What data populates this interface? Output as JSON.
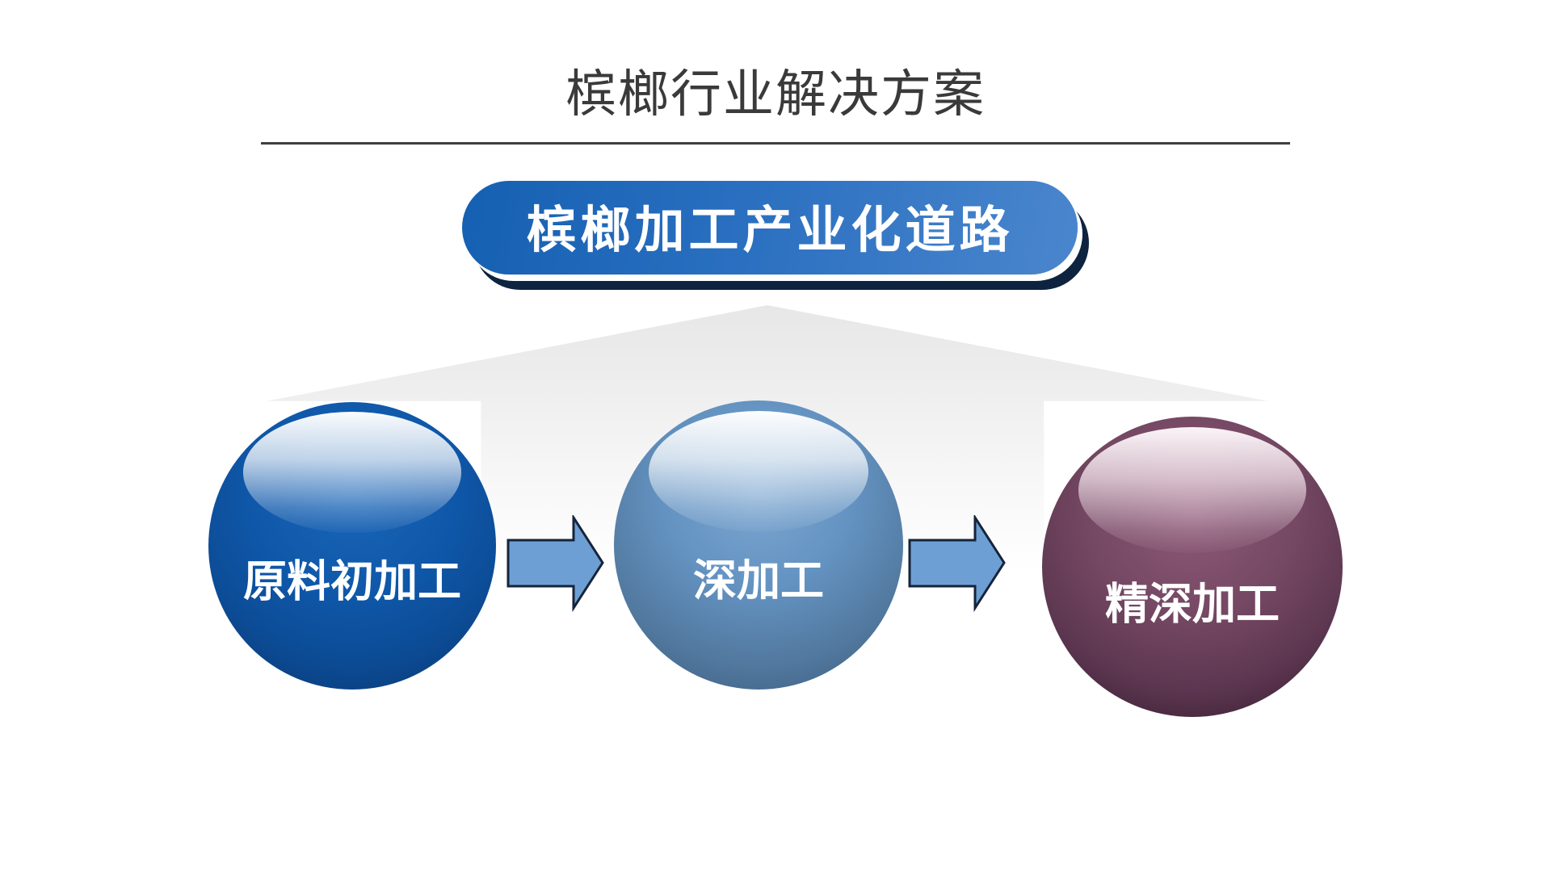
{
  "slide": {
    "title": "槟榔行业解决方案",
    "banner": {
      "label": "槟榔加工产业化道路"
    },
    "steps": [
      {
        "label": "原料初加工",
        "theme": "blue"
      },
      {
        "label": "深加工",
        "theme": "steel-blue"
      },
      {
        "label": "精深加工",
        "theme": "plum"
      }
    ],
    "colors": {
      "title_text": "#3a3a3a",
      "title_rule": "#3f3f3f",
      "banner_gradient_start": "#1560b2",
      "banner_gradient_end": "#4a86cd",
      "banner_outline": "#0d2340",
      "sphere_blue": "#0f58aa",
      "sphere_steel_blue": "#6493c2",
      "sphere_plum": "#744762",
      "sphere_text": "#ffffff",
      "arrow_fill": "#6d9fd4",
      "arrow_outline": "#15243a",
      "fan_gray": "#e7e7e7",
      "background": "#ffffff"
    }
  }
}
